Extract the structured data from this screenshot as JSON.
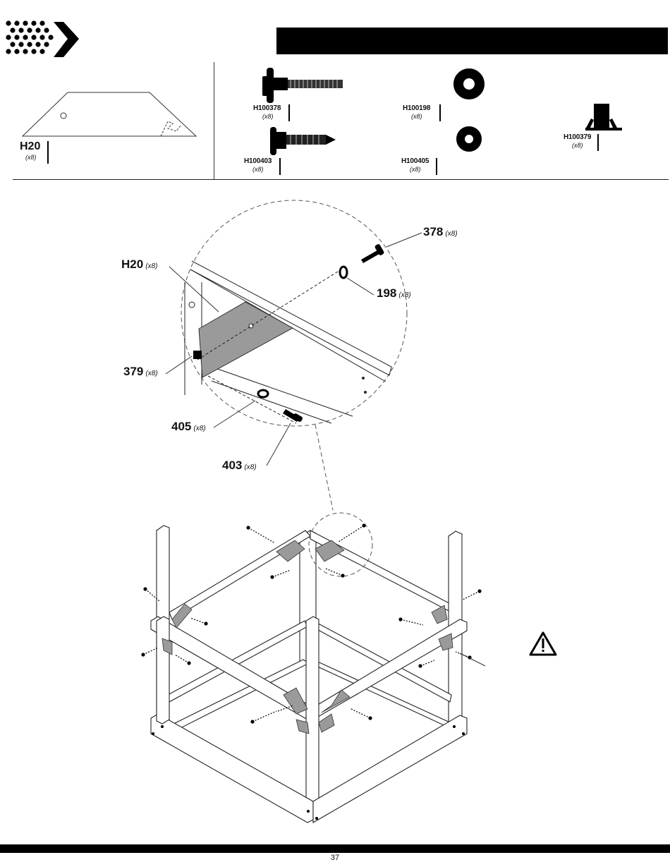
{
  "parts": {
    "h20": {
      "code": "H20",
      "qty": "(x8)"
    },
    "h100378": {
      "code": "H100378",
      "qty": "(x8)"
    },
    "h100198": {
      "code": "H100198",
      "qty": "(x8)"
    },
    "h100379": {
      "code": "H100379",
      "qty": "(x8)"
    },
    "h100403": {
      "code": "H100403",
      "qty": "(x8)"
    },
    "h100405": {
      "code": "H100405",
      "qty": "(x8)"
    }
  },
  "callouts": {
    "c378": {
      "num": "378",
      "qty": "(x8)"
    },
    "c198": {
      "num": "198",
      "qty": "(x8)"
    },
    "h20": {
      "num": "H20",
      "qty": "(x8)"
    },
    "c379": {
      "num": "379",
      "qty": "(x8)"
    },
    "c405": {
      "num": "405",
      "qty": "(x8)"
    },
    "c403": {
      "num": "403",
      "qty": "(x8)"
    }
  },
  "page_number": "37",
  "icons": [
    "arrow-logo-icon",
    "warning-icon"
  ]
}
